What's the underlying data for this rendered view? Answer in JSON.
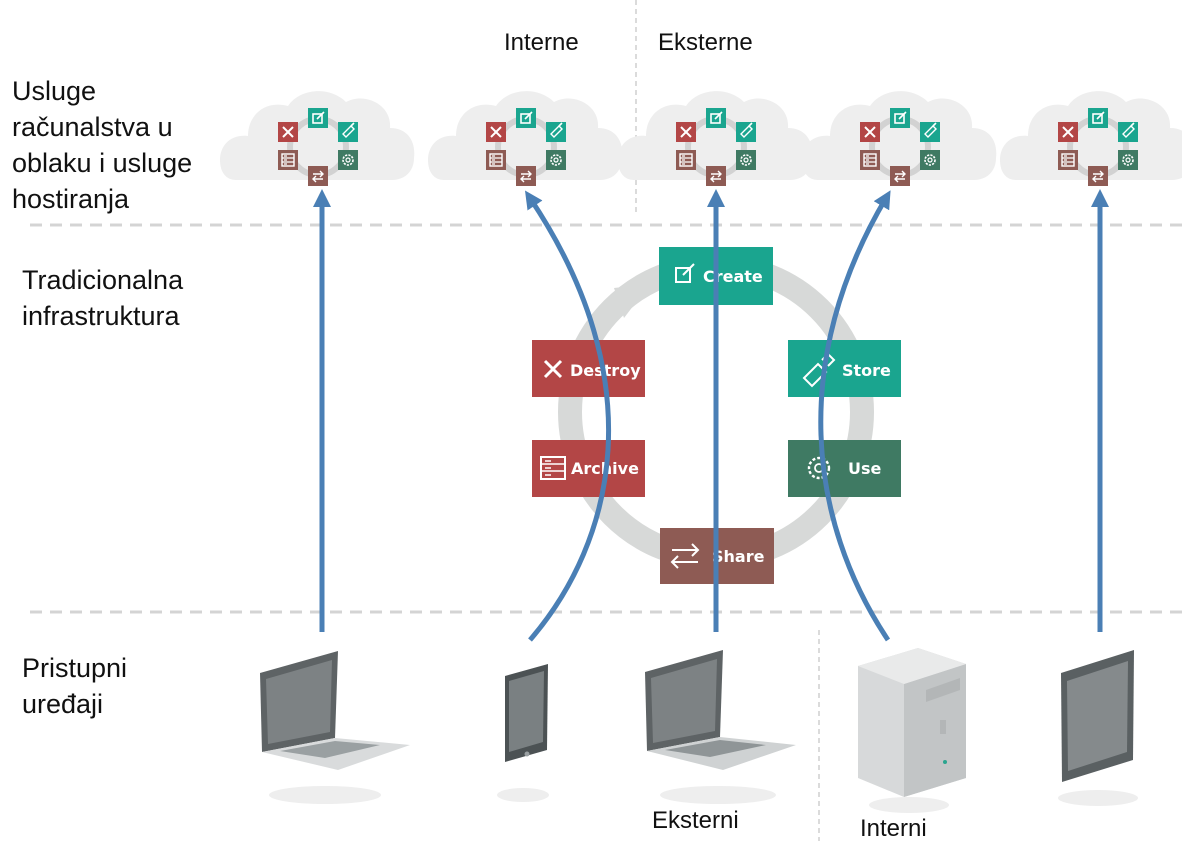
{
  "rows": {
    "cloud": "Usluge računalstva u oblaku i usluge hostiranja",
    "traditional": "Tradicionalna infrastruktura",
    "access": "Pristupni uređaji"
  },
  "top_headers": {
    "internal": "Interne",
    "external": "Eksterne"
  },
  "bottom_captions": {
    "external": "Eksterni",
    "internal": "Interni"
  },
  "lifecycle": {
    "create": "Create",
    "store": "Store",
    "use": "Use",
    "share": "Share",
    "archive": "Archive",
    "destroy": "Destroy"
  },
  "colors": {
    "teal": "#1aa58f",
    "dark_green": "#3f7a63",
    "red": "#b34646",
    "brown": "#8e5b54",
    "blue_arrow": "#4a7fb5",
    "cycle_ring": "#d7d9d8"
  },
  "icons": {
    "create": "pencil-square-icon",
    "store": "usb-drive-icon",
    "use": "gear-icon",
    "share": "swap-arrows-icon",
    "archive": "archive-box-icon",
    "destroy": "x-icon"
  }
}
